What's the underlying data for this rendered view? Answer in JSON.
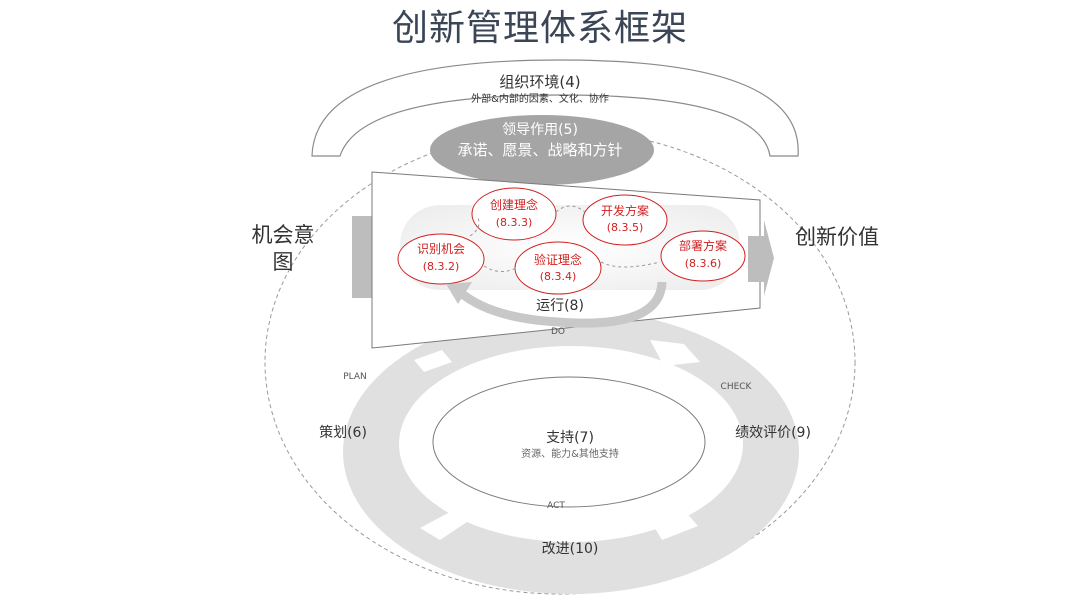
{
  "title": "创新管理体系框架",
  "environment": {
    "label": "组织环境(4)",
    "sub": "外部&内部的因素、文化、协作"
  },
  "leadership": {
    "label": "领导作用(5)",
    "sub": "承诺、愿景、战略和方针"
  },
  "input_label": "机会意图",
  "output_label": "创新价值",
  "processes": [
    {
      "label": "创建理念",
      "code": "(8.3.3)"
    },
    {
      "label": "开发方案",
      "code": "(8.3.5)"
    },
    {
      "label": "识别机会",
      "code": "(8.3.2)"
    },
    {
      "label": "验证理念",
      "code": "(8.3.4)"
    },
    {
      "label": "部署方案",
      "code": "(8.3.6)"
    }
  ],
  "operation": {
    "label": "运行(8)"
  },
  "pdca": {
    "do": "DO",
    "plan": "PLAN",
    "check": "CHECK",
    "act": "ACT"
  },
  "planning": {
    "label": "策划(6)"
  },
  "evaluation": {
    "label": "绩效评价(9)"
  },
  "support": {
    "label": "支持(7)",
    "sub": "资源、能力&其他支持"
  },
  "improvement": {
    "label": "改进(10)"
  },
  "colors": {
    "title": "#3a4556",
    "accent": "#d11f1f",
    "ring": "#e0e0e0",
    "leadership": "#a5a5a5",
    "arrow": "#bdbdbd"
  }
}
